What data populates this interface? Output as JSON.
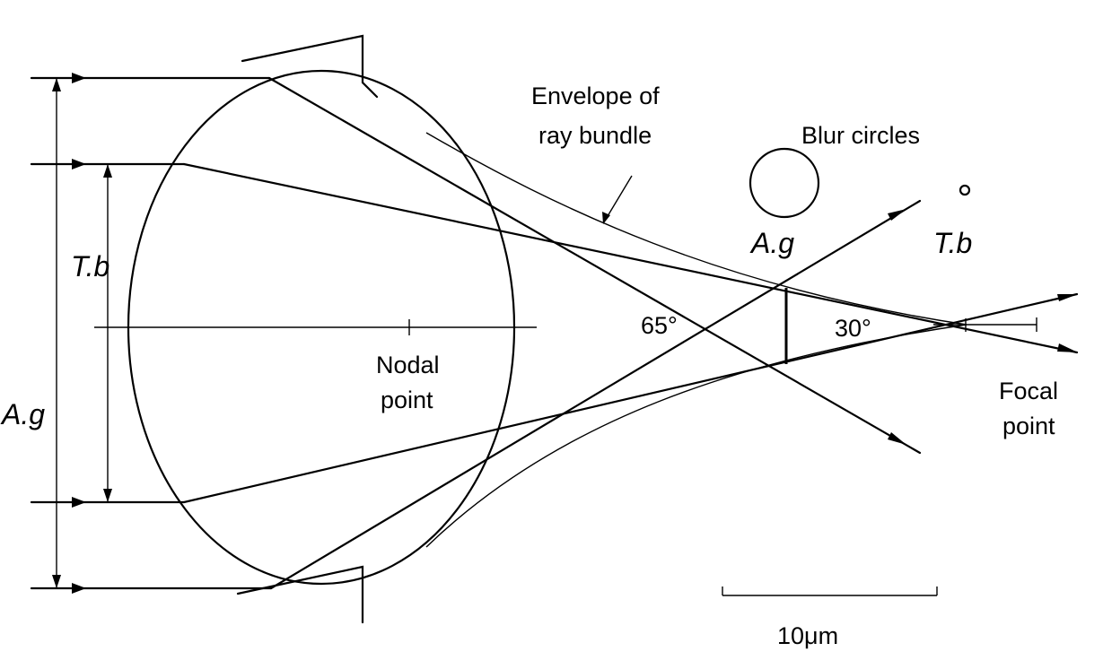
{
  "labels": {
    "envelope_line1": "Envelope of",
    "envelope_line2": "ray bundle",
    "blur_circles": "Blur circles",
    "ag_blur": "A.g",
    "tb_blur": "T.b",
    "tb_aperture": "T.b",
    "ag_aperture": "A.g",
    "angle_ag": "65°",
    "angle_tb": "30°",
    "nodal_line1": "Nodal",
    "nodal_line2": "point",
    "focal_line1": "Focal",
    "focal_line2": "point",
    "scale_bar": "10μm"
  }
}
